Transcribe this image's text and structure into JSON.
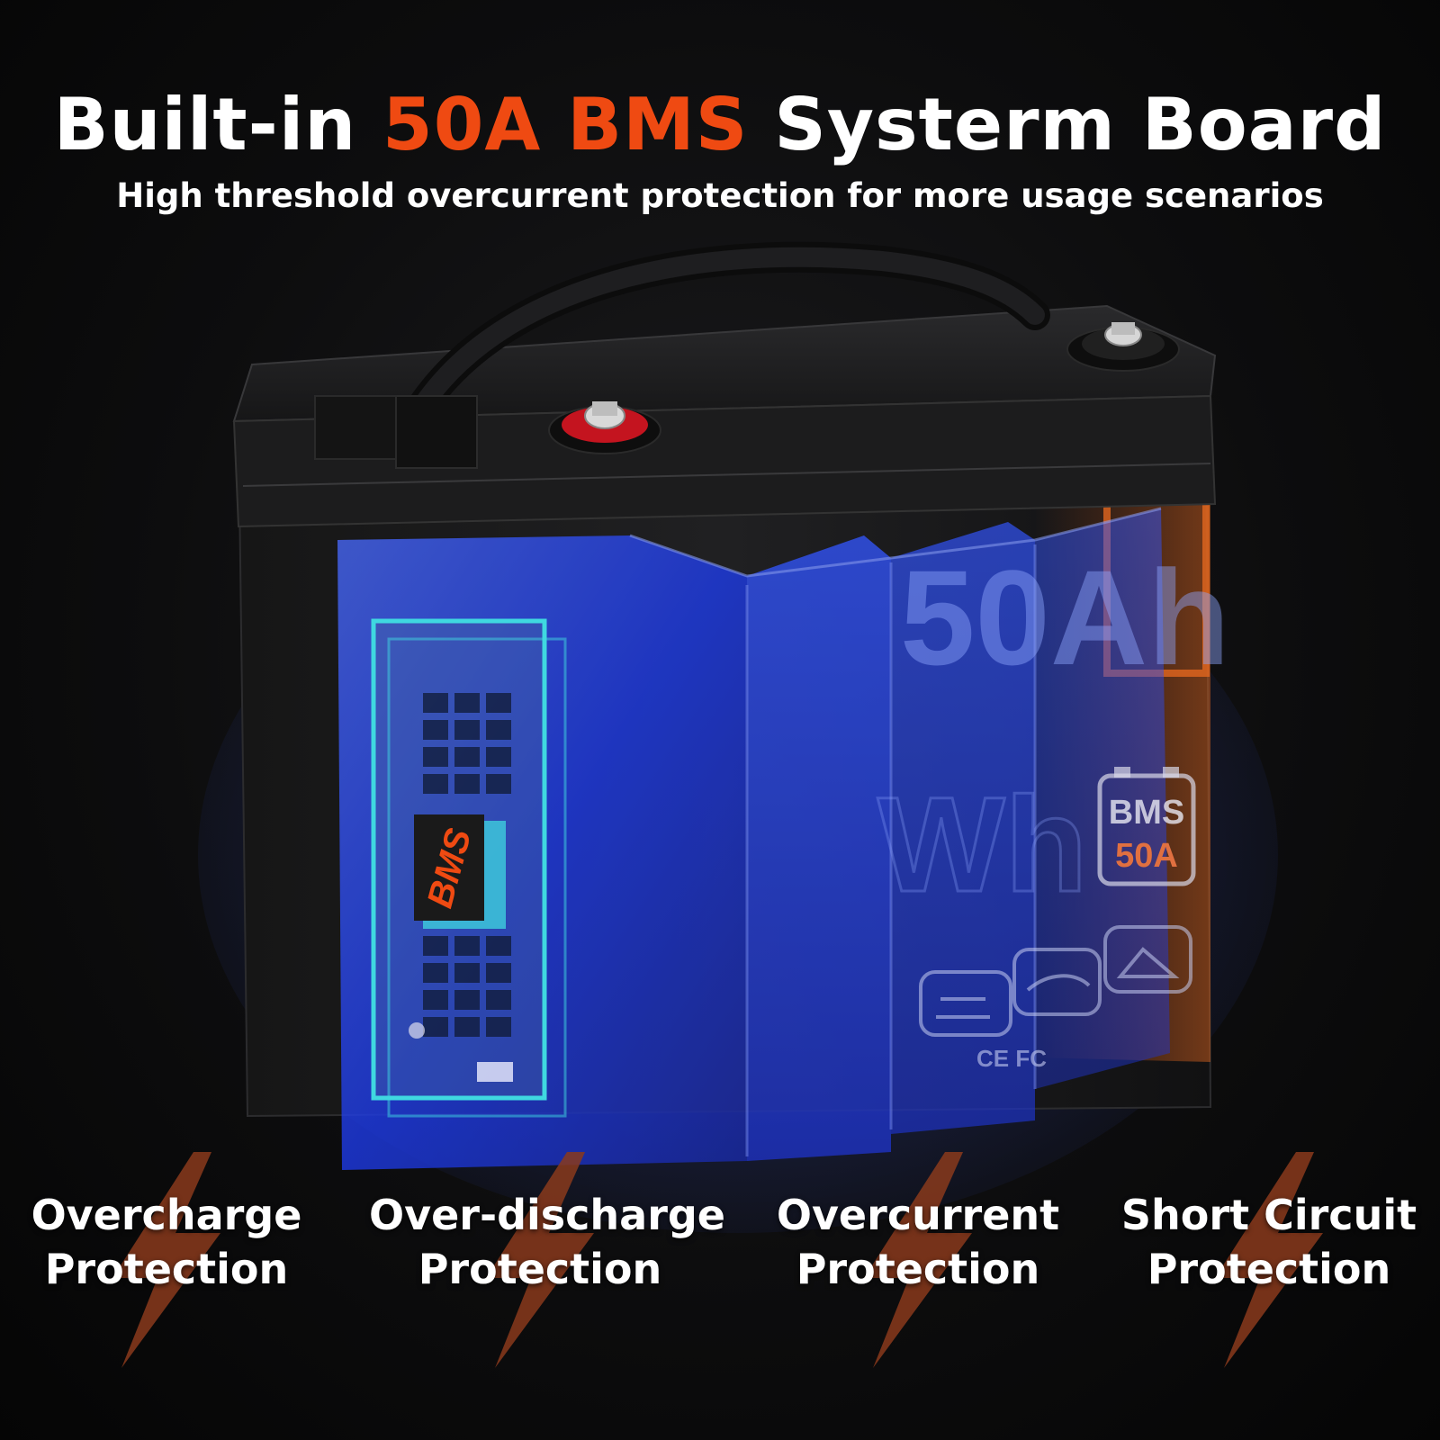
{
  "header": {
    "title_pre": "Built-in ",
    "title_accent": "50A BMS",
    "title_post": " Systerm Board",
    "subtitle": "High threshold overcurrent protection for more usage scenarios"
  },
  "product": {
    "capacity_label": "50Ah",
    "energy_fragment": "Wh",
    "bms_badge_line1": "BMS",
    "bms_badge_line2": "50A",
    "chip_label": "BMS",
    "cert_marks": "CE FC"
  },
  "features": [
    {
      "line1": "Overcharge",
      "line2": "Protection"
    },
    {
      "line1": "Over-discharge",
      "line2": "Protection"
    },
    {
      "line1": "Overcurrent",
      "line2": "Protection"
    },
    {
      "line1": "Short Circuit",
      "line2": "Protection"
    }
  ],
  "colors": {
    "accent": "#ef4a12",
    "bolt": "#8a3a1c",
    "cell_blue": "#2a4bff",
    "board_cyan": "#3fd8e0"
  }
}
